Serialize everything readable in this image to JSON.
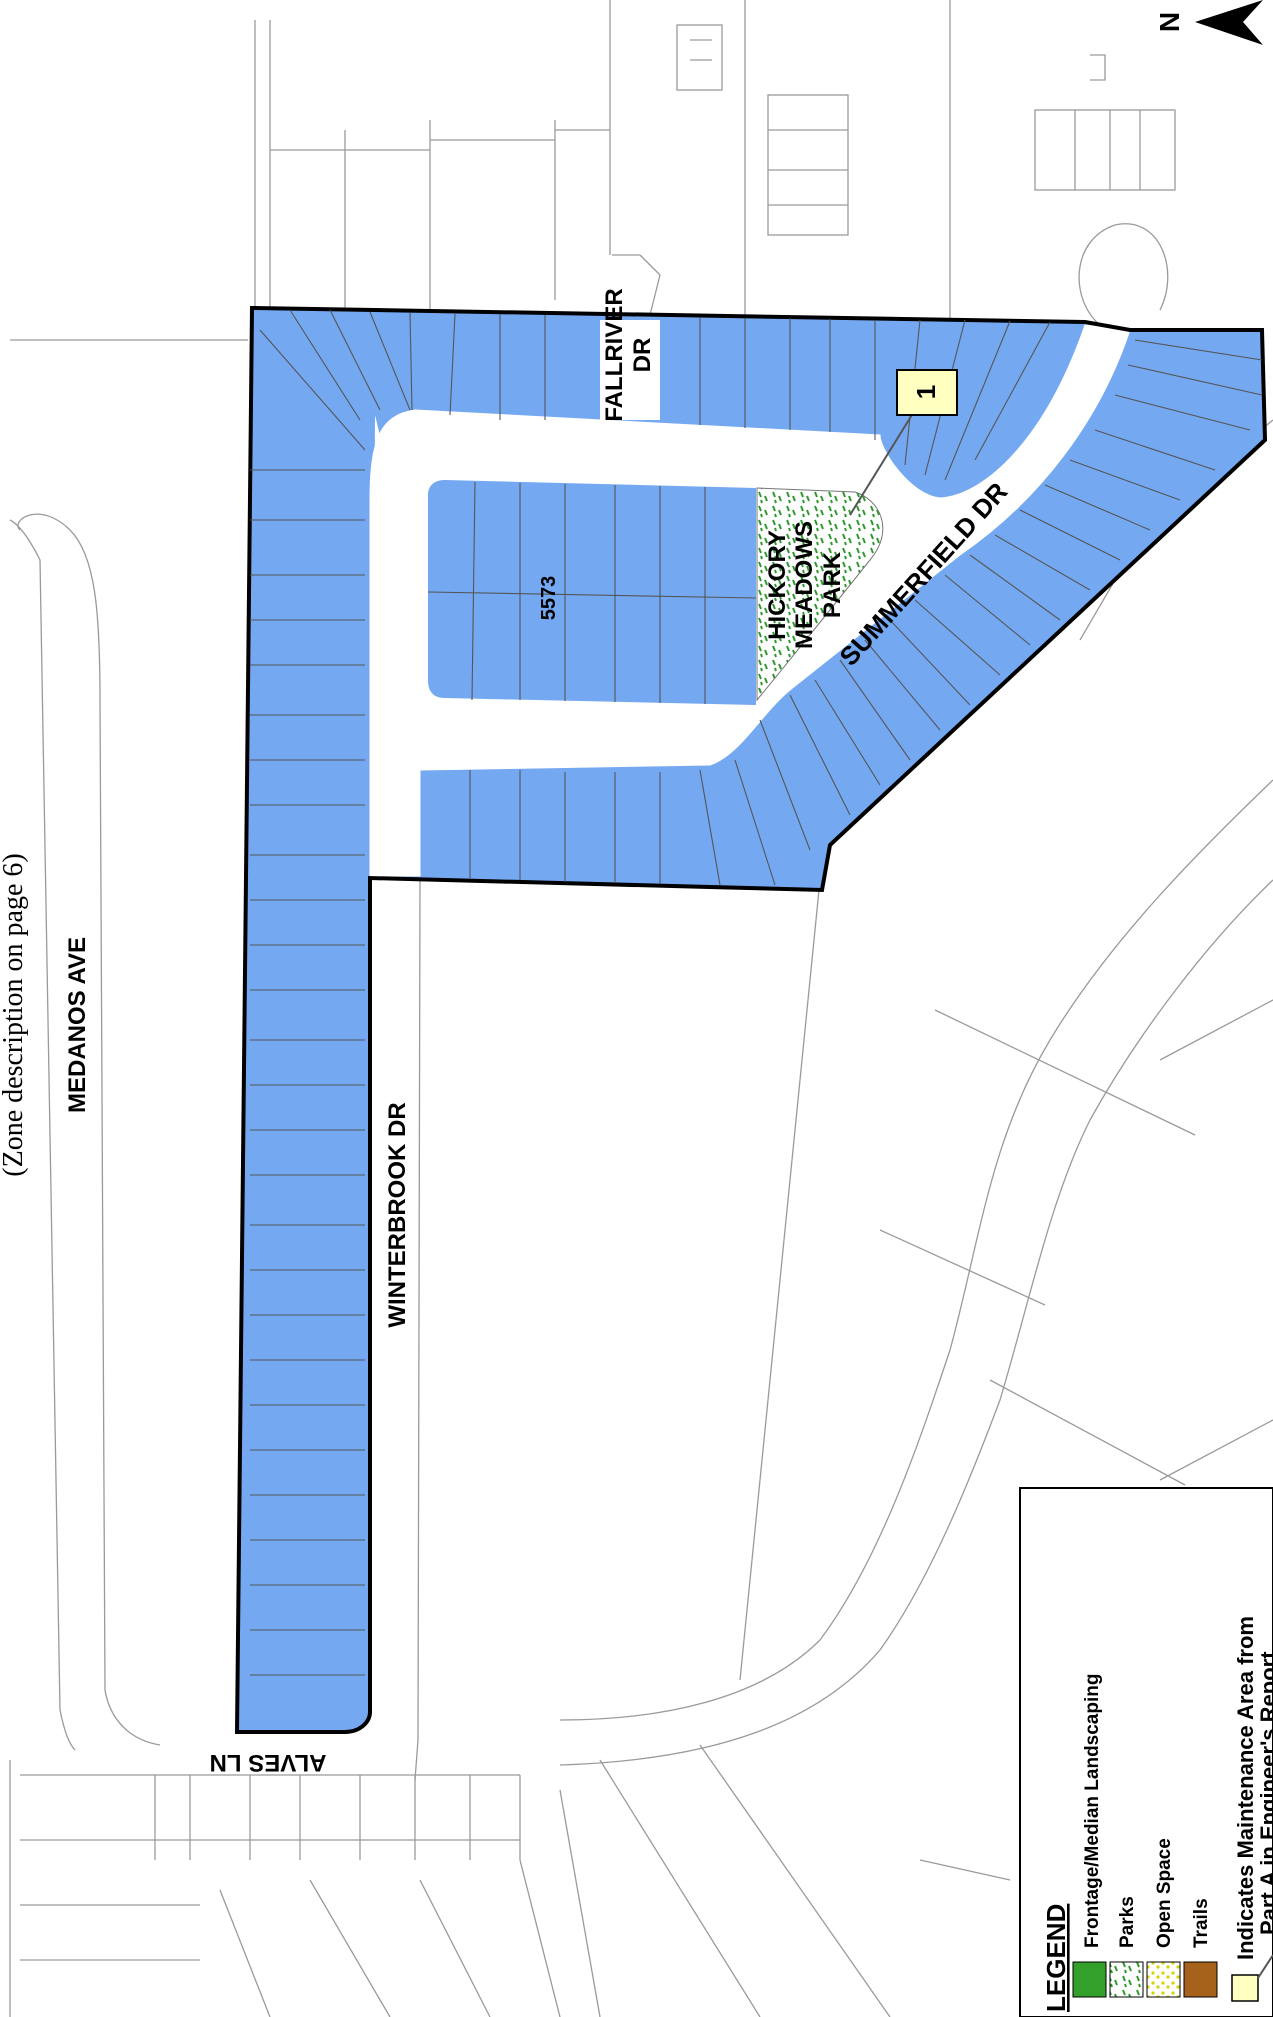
{
  "map": {
    "zone_note": "(Zone description on page 6)",
    "streets": {
      "medanos": "MEDANOS AVE",
      "winterbrook": "WINTERBROOK DR",
      "alves": "ALVES LN",
      "summerfield": "SUMMERFIELD DR",
      "fallriver_1": "FALLRIVER",
      "fallriver_2": "DR"
    },
    "park": {
      "line1": "HICKORY",
      "line2": "MEADOWS",
      "line3": "PARK"
    },
    "parcel_id": "5573",
    "callout": "1",
    "north_label": "N"
  },
  "legend": {
    "title": "LEGEND",
    "items": [
      {
        "label": "Frontage/Median Landscaping",
        "color": "#33a02c"
      },
      {
        "label": "Parks",
        "color": "#7fc97f"
      },
      {
        "label": "Open Space",
        "color": "#e6e600"
      },
      {
        "label": "Trails",
        "color": "#a6611a"
      }
    ],
    "callout_line1": "Indicates Maintenance Area from",
    "callout_line2": "Part A in Engineer's Report"
  },
  "colors": {
    "zone_fill": "#74a9f2",
    "callout_fill": "#ffffbf"
  }
}
